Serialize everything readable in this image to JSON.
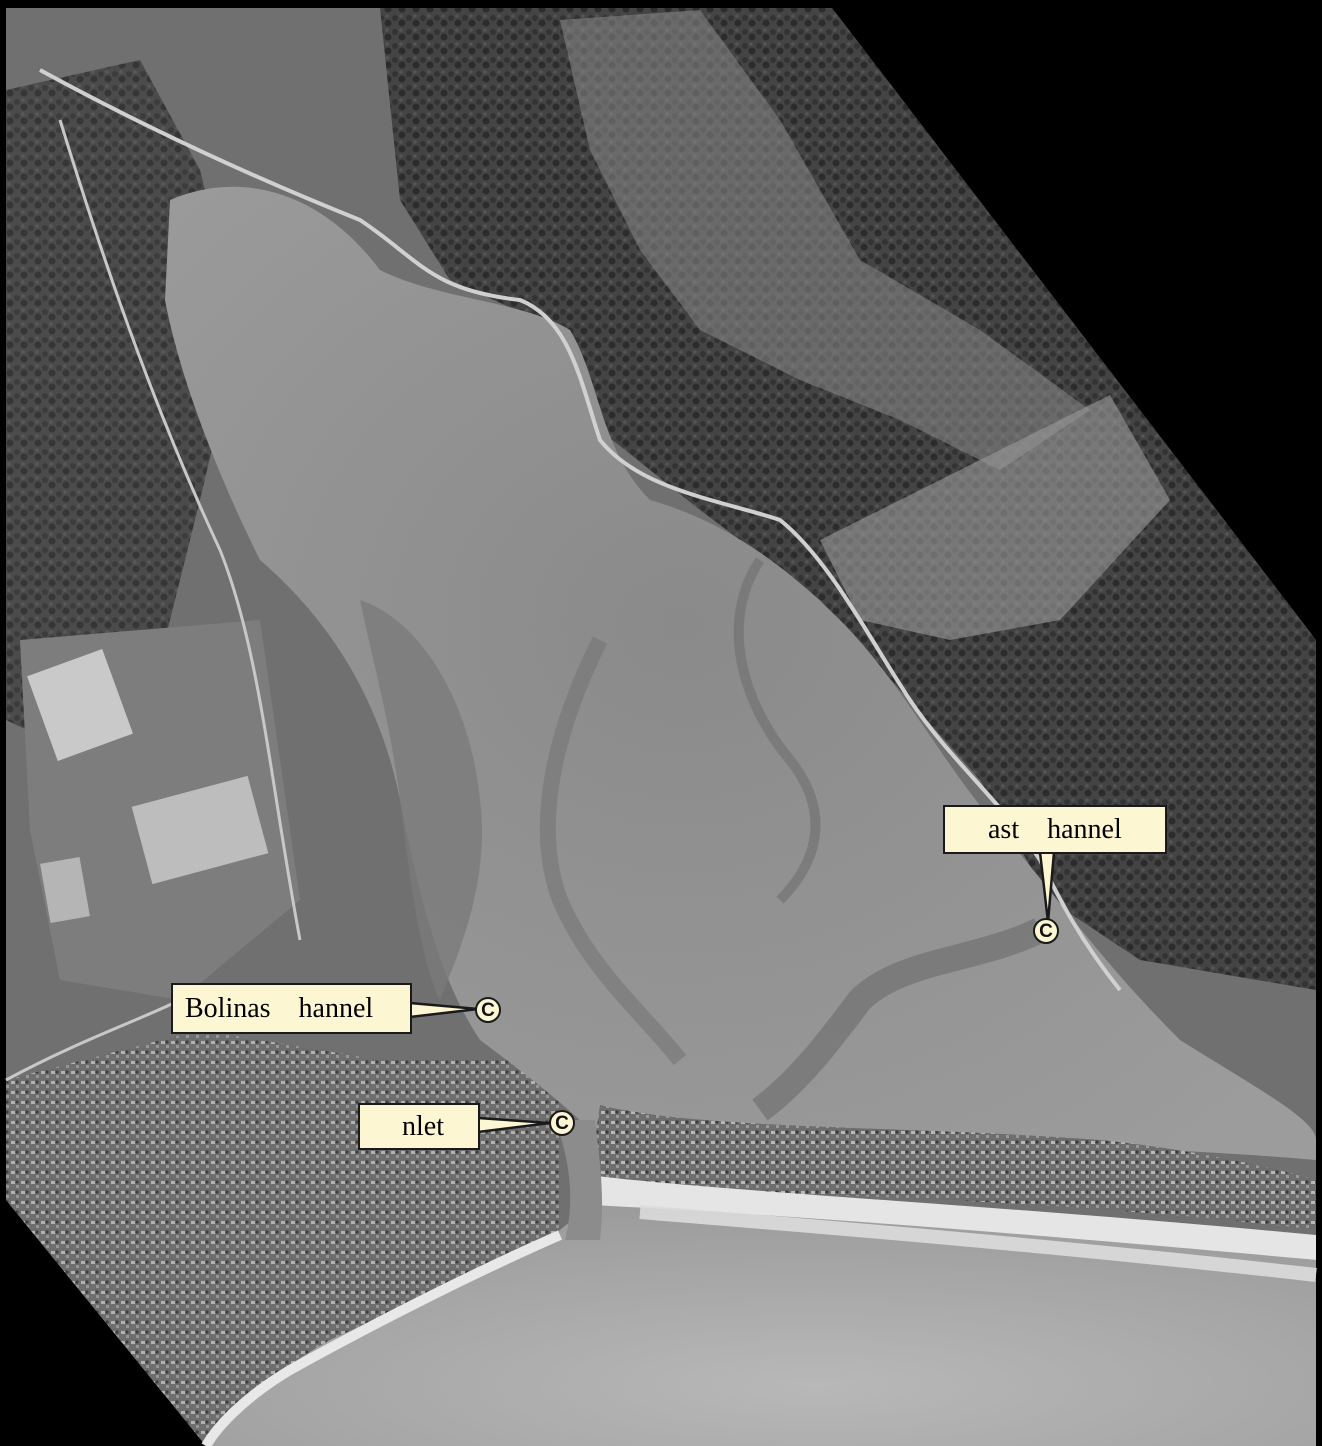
{
  "map": {
    "colors": {
      "background": "#000000",
      "lagoon": "#8e8e8e",
      "ocean": "#a9a9a9",
      "land": "#6f6f6f",
      "forest": "#3c3c3c",
      "label_fill": "#fdf6d3",
      "label_stroke": "#1a1a1a"
    },
    "callouts": [
      {
        "id": "east-channel",
        "text": "ast    hannel",
        "marker": "C"
      },
      {
        "id": "bolinas-channel",
        "text": "Bolinas    hannel",
        "marker": "C"
      },
      {
        "id": "inlet",
        "text": "nlet",
        "marker": "C"
      }
    ]
  }
}
